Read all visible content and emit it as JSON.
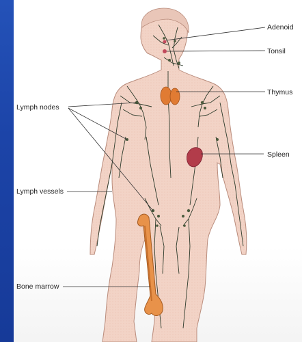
{
  "labels": {
    "adenoid": "Adenoid",
    "tonsil": "Tonsil",
    "thymus": "Thymus",
    "lymph_nodes": "Lymph nodes",
    "spleen": "Spleen",
    "lymph_vessels": "Lymph vessels",
    "bone_marrow": "Bone marrow"
  },
  "colors": {
    "slide_background": "#1c44a8",
    "panel": "#ffffff",
    "skin": "#f2d3c6",
    "skin_outline": "#b98c7c",
    "vessel": "#2c3a2a",
    "node": "#4a5a3c",
    "thymus": "#e07b33",
    "spleen": "#b23c4a",
    "bone": "#e8924a",
    "tonsil": "#c24a5c"
  }
}
